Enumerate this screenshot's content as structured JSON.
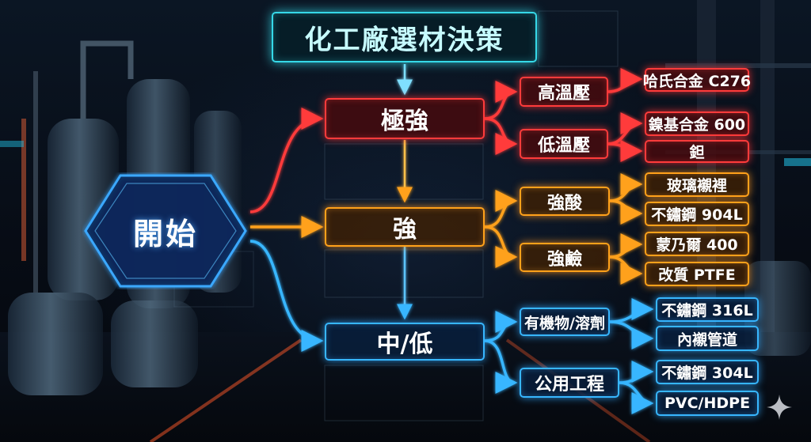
{
  "title": "化工廠選材決策",
  "start": "開始",
  "branches": {
    "extreme": {
      "label": "極強",
      "conditions": [
        {
          "label": "高溫壓",
          "materials": [
            "哈氏合金 C276"
          ]
        },
        {
          "label": "低溫壓",
          "materials": [
            "鎳基合金 600",
            "鉭"
          ]
        }
      ]
    },
    "strong": {
      "label": "強",
      "conditions": [
        {
          "label": "強酸",
          "materials": [
            "玻璃襯裡",
            "不鏽鋼 904L"
          ]
        },
        {
          "label": "強鹼",
          "materials": [
            "蒙乃爾 400",
            "改質 PTFE"
          ]
        }
      ]
    },
    "mid_low": {
      "label": "中/低",
      "conditions": [
        {
          "label": "有機物/溶劑",
          "materials": [
            "不鏽鋼 316L",
            "內襯管道"
          ]
        },
        {
          "label": "公用工程",
          "materials": [
            "不鏽鋼 304L",
            "PVC/HDPE"
          ]
        }
      ]
    }
  },
  "colors": {
    "extreme": "#ff3b3b",
    "strong": "#ffa11a",
    "mid_low": "#37b6ff",
    "title": "#36d9e8"
  },
  "icons": {
    "watermark": "sparkle-icon"
  }
}
